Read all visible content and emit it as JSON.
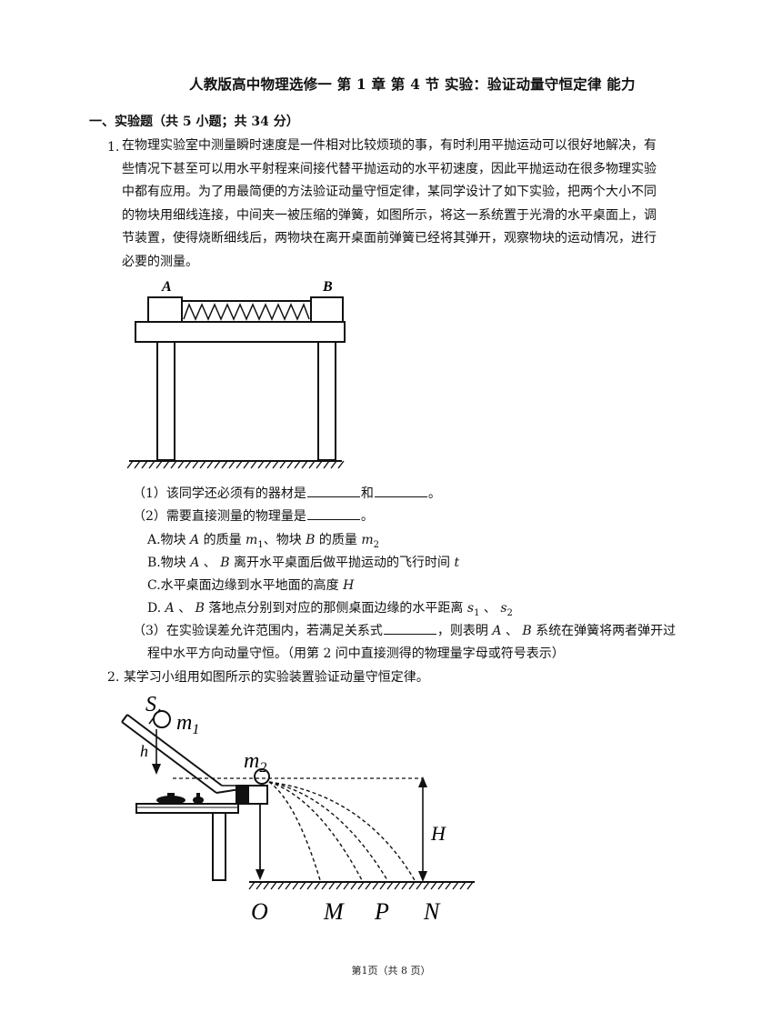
{
  "title": "人教版高中物理选修一 第 1 章 第 4 节 实验：验证动量守恒定律 能力",
  "section": "一、实验题（共 5 小题；共 34 分）",
  "q1": {
    "num": "1.",
    "lines": [
      "在物理实验室中测量瞬时速度是一件相对比较烦琐的事，有时利用平抛运动可以很好地解决，有",
      "些情况下甚至可以用水平射程来间接代替平抛运动的水平初速度，因此平抛运动在很多物理实验",
      "中都有应用。为了用最简便的方法验证动量守恒定律，某同学设计了如下实验，把两个大小不同",
      "的物块用细线连接，中间夹一被压缩的弹簧，如图所示，将这一系统置于光滑的水平桌面上，调",
      "节装置，使得烧断细线后，两物块在离开桌面前弹簧已经将其弹开，观察物块的运动情况，进行",
      "必要的测量。"
    ],
    "figure": {
      "label_a": "A",
      "label_b": "B"
    },
    "sub1": {
      "prefix": "（1）该同学还必须有的器材是",
      "mid": "和",
      "suffix": "。"
    },
    "sub2": {
      "prefix": "（2）需要直接测量的物理量是",
      "suffix": "。"
    },
    "optA": {
      "a": "A.物块 ",
      "b": " 的质量 ",
      "c": "、物块 ",
      "d": " 的质量 "
    },
    "optB": {
      "a": "B.物块 ",
      "b": " 、 ",
      "c": " 离开水平桌面后做平抛运动的飞行时间 "
    },
    "optC": {
      "a": "C.水平桌面边缘到水平地面的高度 "
    },
    "optD": {
      "a": "D. ",
      "b": " 、 ",
      "c": " 落地点分别到对应的那侧桌面边缘的水平距离 ",
      "d": " 、 "
    },
    "sub3": {
      "line1a": "（3）在实验误差允许范围内，若满足关系式",
      "line1b": "，则表明 ",
      "line1c": " 、 ",
      "line1d": " 系统在弹簧将两者弹开过",
      "line2": "程中水平方向动量守恒。（用第 2 问中直接测得的物理量字母或符号表示）"
    },
    "symbols": {
      "A": "A",
      "B": "B",
      "m": "m",
      "s": "s",
      "t": "t",
      "H": "H",
      "one": "1",
      "two": "2"
    }
  },
  "q2": {
    "num": "2.",
    "text": "某学习小组用如图所示的实验装置验证动量守恒定律。",
    "figure": {
      "S": "S",
      "m1": "m",
      "m1_sub": "1",
      "h": "h",
      "m2": "m",
      "m2_sub": "2",
      "H": "H",
      "O": "O",
      "M": "M",
      "P": "P",
      "N": "N"
    }
  },
  "footer": "第1页（共 8 页）"
}
